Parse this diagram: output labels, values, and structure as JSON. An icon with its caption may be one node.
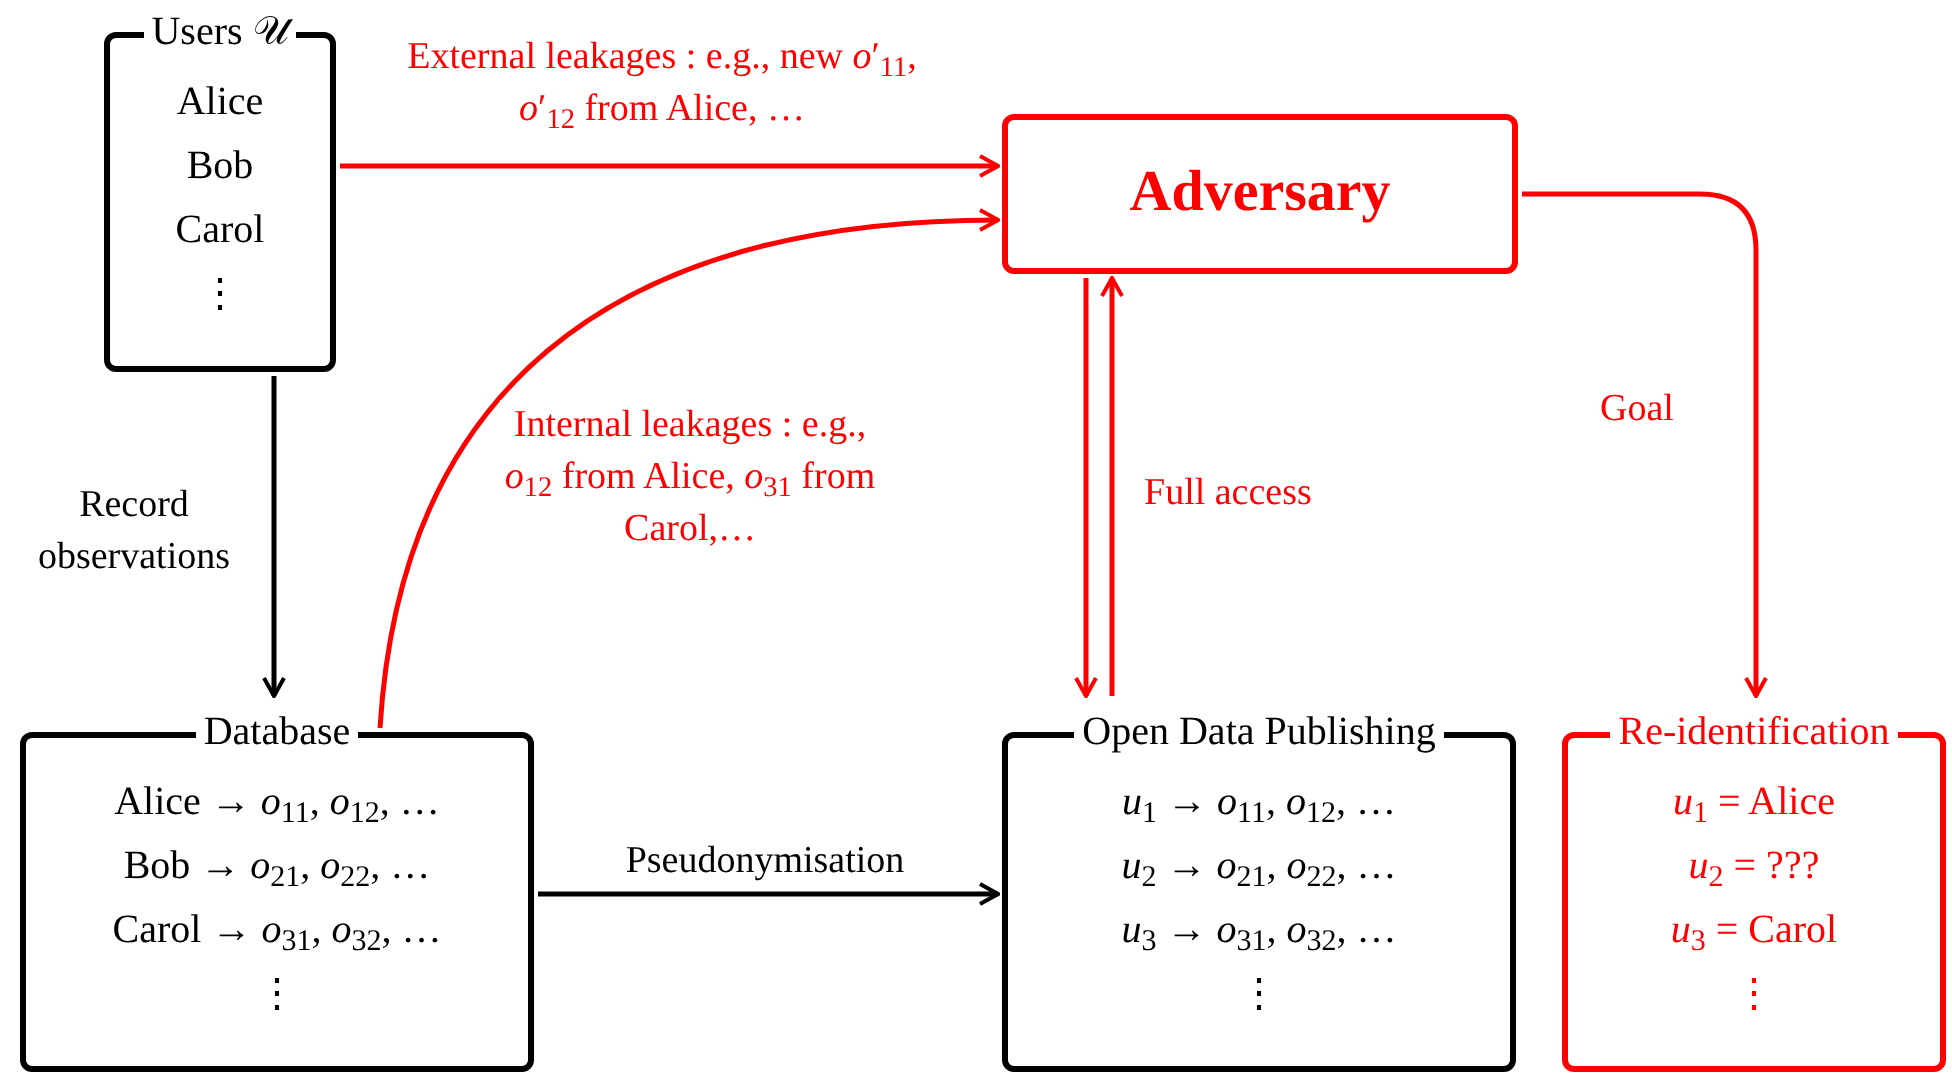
{
  "diagram": {
    "nodes": [
      {
        "text": [
          "Users 𝒰",
          "Alice",
          "Bob",
          "Carol",
          "⋮"
        ]
      },
      {
        "text": [
          "Adversary"
        ]
      },
      {
        "text": [
          "Database",
          "Alice → *o*$_{11}$, *o*$_{12}$, …",
          "Bob → *o*$_{21}$, *o*$_{22}$, …",
          "Carol → *o*$_{31}$, *o*$_{32}$, …",
          "⋮"
        ]
      },
      {
        "text": [
          "Open Data Publishing",
          "*u*$_{1}$ → *o*$_{11}$, *o*$_{12}$, …",
          "*u*$_{2}$ → *o*$_{21}$, *o*$_{22}$, …",
          "*u*$_{3}$ → *o*$_{31}$, *o*$_{32}$, …",
          "⋮"
        ]
      },
      {
        "text": [
          "Re-identification",
          "*u*$_{1}$ = Alice",
          "*u*$_{2}$ = ???",
          "*u*$_{3}$ = Carol",
          "⋮"
        ]
      }
    ],
    "edges": [
      {
        "from": 0,
        "to": 1,
        "arrow": "to",
        "label": "External leakages : e.g., new *o*′$_{11}$, *o*′$_{12}$ from Alice, …",
        "color": "#ff0000"
      },
      {
        "from": 2,
        "to": 1,
        "arrow": "to",
        "label": "Internal leakages : e.g., *o*$_{12}$ from Alice, *o*$_{31}$ from Carol,…",
        "color": "#ff0000"
      },
      {
        "from": 0,
        "to": 2,
        "arrow": "to",
        "label": "Record observations",
        "color": "#000000"
      },
      {
        "from": 2,
        "to": 3,
        "arrow": "to",
        "label": "Pseudonymisation",
        "color": "#000000"
      },
      {
        "from": 1,
        "to": 3,
        "arrow": "to",
        "color": "#ff0000"
      },
      {
        "from": 3,
        "to": 1,
        "arrow": "to",
        "label": "Full access",
        "color": "#ff0000"
      },
      {
        "from": 1,
        "to": 4,
        "arrow": "to",
        "label": "Goal",
        "color": "#ff0000"
      }
    ]
  }
}
